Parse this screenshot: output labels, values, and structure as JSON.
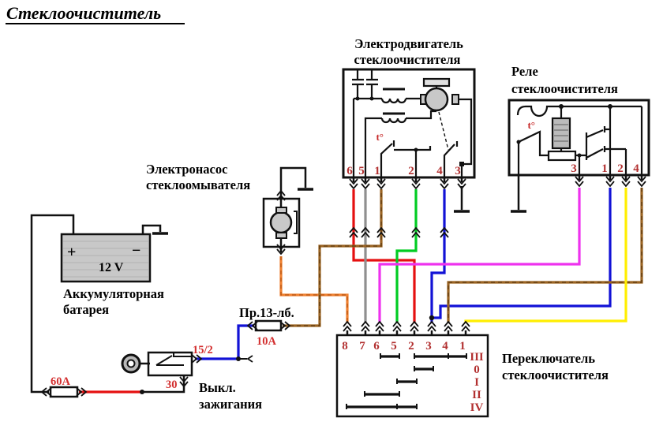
{
  "title": "Стеклоочиститель",
  "colors": {
    "red": "#e51010",
    "gray": "#8f8f8f",
    "green": "#00cc22",
    "blue": "#1212d6",
    "magenta": "#ee32ee",
    "yellow": "#ffee00",
    "brown": "#9a6322",
    "brown_dash": "#5f3a0e",
    "orange": "#ef8030",
    "orange_dash": "#b85410",
    "black": "#111111",
    "pin_red": "#b23030",
    "label_red": "#d32f2f"
  },
  "components": {
    "motor": {
      "label1": "Электродвигатель",
      "label2": "стеклоочистителя",
      "thermal": "t°",
      "pins": [
        "6",
        "5",
        "1",
        "2",
        "4",
        "3"
      ]
    },
    "relay": {
      "label1": "Реле",
      "label2": "стеклоочистителя",
      "thermal": "t°",
      "pins": [
        "3",
        "1",
        "2",
        "4"
      ]
    },
    "pump": {
      "label1": "Электронасос",
      "label2": "стеклоомывателя"
    },
    "battery": {
      "label1": "Аккумуляторная",
      "label2": "батарея",
      "voltage": "12 V",
      "plus": "+",
      "minus": "−"
    },
    "ignition": {
      "label1": "Выкл.",
      "label2": "зажигания",
      "terminal_top": "15/2",
      "terminal_bottom": "30"
    },
    "fuse_60": {
      "rating": "60А"
    },
    "fuse_13": {
      "name": "Пр.13-лб.",
      "rating": "10А"
    },
    "switch": {
      "label1": "Переключатель",
      "label2": "стеклоочистителя",
      "pins": [
        "8",
        "7",
        "6",
        "5",
        "2",
        "3",
        "4",
        "1"
      ],
      "positions": [
        "III",
        "0",
        "I",
        "II",
        "IV"
      ]
    }
  }
}
